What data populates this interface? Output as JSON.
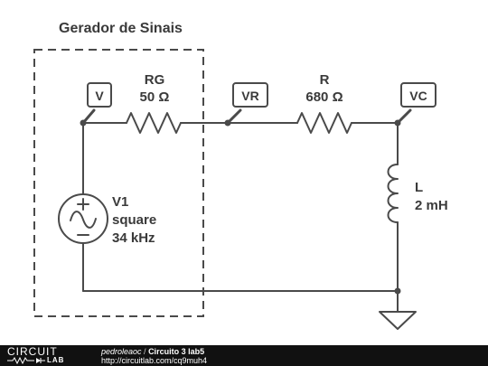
{
  "diagram": {
    "box_title": "Gerador de Sinais",
    "components": {
      "rg_name": "RG",
      "rg_value": "50 Ω",
      "r_name": "R",
      "r_value": "680 Ω",
      "l_name": "L",
      "l_value": "2 mH",
      "v1_name": "V1",
      "v1_wave": "square",
      "v1_freq": "34 kHz"
    },
    "probes": {
      "v": "V",
      "vr": "VR",
      "vc": "VC"
    }
  },
  "footer": {
    "logo_top": "CIRCUIT",
    "logo_bottom": "LAB",
    "author": "pedroleaoc",
    "separator": " / ",
    "circuit_name": "Circuito 3 lab5",
    "url": "http://circuitlab.com/cq9muh4"
  }
}
